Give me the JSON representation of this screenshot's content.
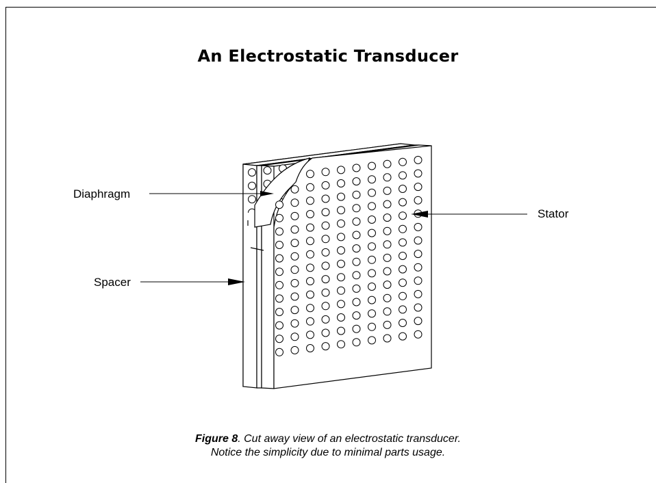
{
  "title": "An Electrostatic Transducer",
  "labels": {
    "diaphragm": "Diaphragm",
    "stator": "Stator",
    "spacer": "Spacer"
  },
  "caption": {
    "figure": "Figure 8",
    "line1_rest": ". Cut away view of an electrostatic transducer.",
    "line2": "Notice the simplicity due to minimal parts usage."
  }
}
